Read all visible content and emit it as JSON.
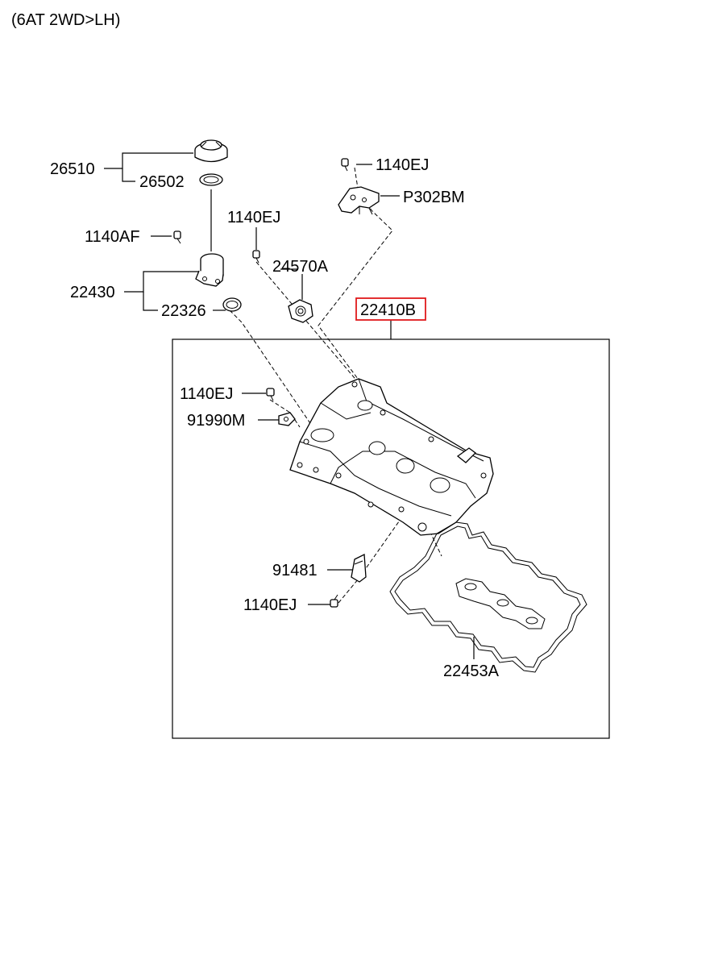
{
  "header": {
    "variant": "(6AT 2WD>LH)"
  },
  "labels": {
    "p26510": "26510",
    "p26502": "26502",
    "p1140ej_top": "1140EJ",
    "pP302BM": "P302BM",
    "p1140ej_mid": "1140EJ",
    "p1140af": "1140AF",
    "p24570a": "24570A",
    "p22430": "22430",
    "p22326": "22326",
    "p22410b": "22410B",
    "p1140ej_left": "1140EJ",
    "p91990m": "91990M",
    "p91481": "91481",
    "p1140ej_bottom": "1140EJ",
    "p22453a": "22453A"
  },
  "highlight": {
    "part": "22410B",
    "color": "#e0191b"
  }
}
